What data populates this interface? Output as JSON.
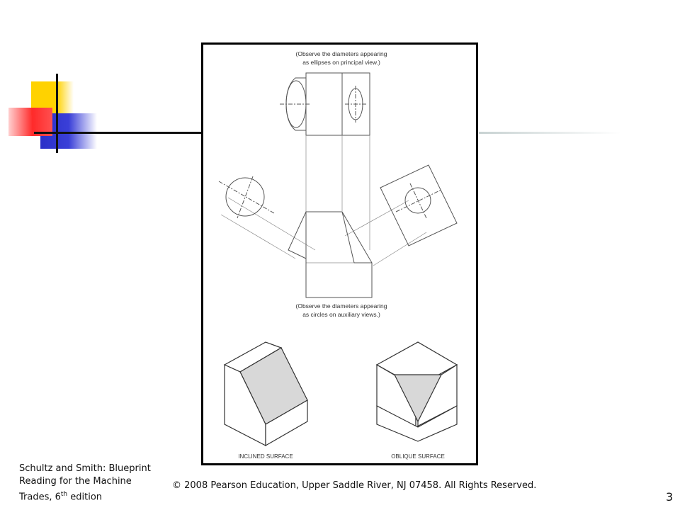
{
  "figure": {
    "note_top_line1": "(Observe the diameters appearing",
    "note_top_line2": "as ellipses on principal view.)",
    "note_bottom_line1": "(Observe the diameters appearing",
    "note_bottom_line2": "as circles on auxiliary views.)",
    "caption_left": "INCLINED SURFACE",
    "caption_right": "OBLIQUE SURFACE"
  },
  "footer": {
    "citation_line1": "Schultz and Smith: Blueprint",
    "citation_line2": "Reading for the Machine",
    "citation_line3_prefix": "Trades, 6",
    "citation_line3_sup": "th",
    "citation_line3_suffix": " edition",
    "copyright": "© 2008 Pearson Education, Upper Saddle River, NJ 07458. All Rights Reserved.",
    "page_number": "3"
  },
  "colors": {
    "accent_yellow": "#ffd200",
    "accent_blue": "#2a2fc8",
    "accent_red": "#ff2a2a"
  }
}
